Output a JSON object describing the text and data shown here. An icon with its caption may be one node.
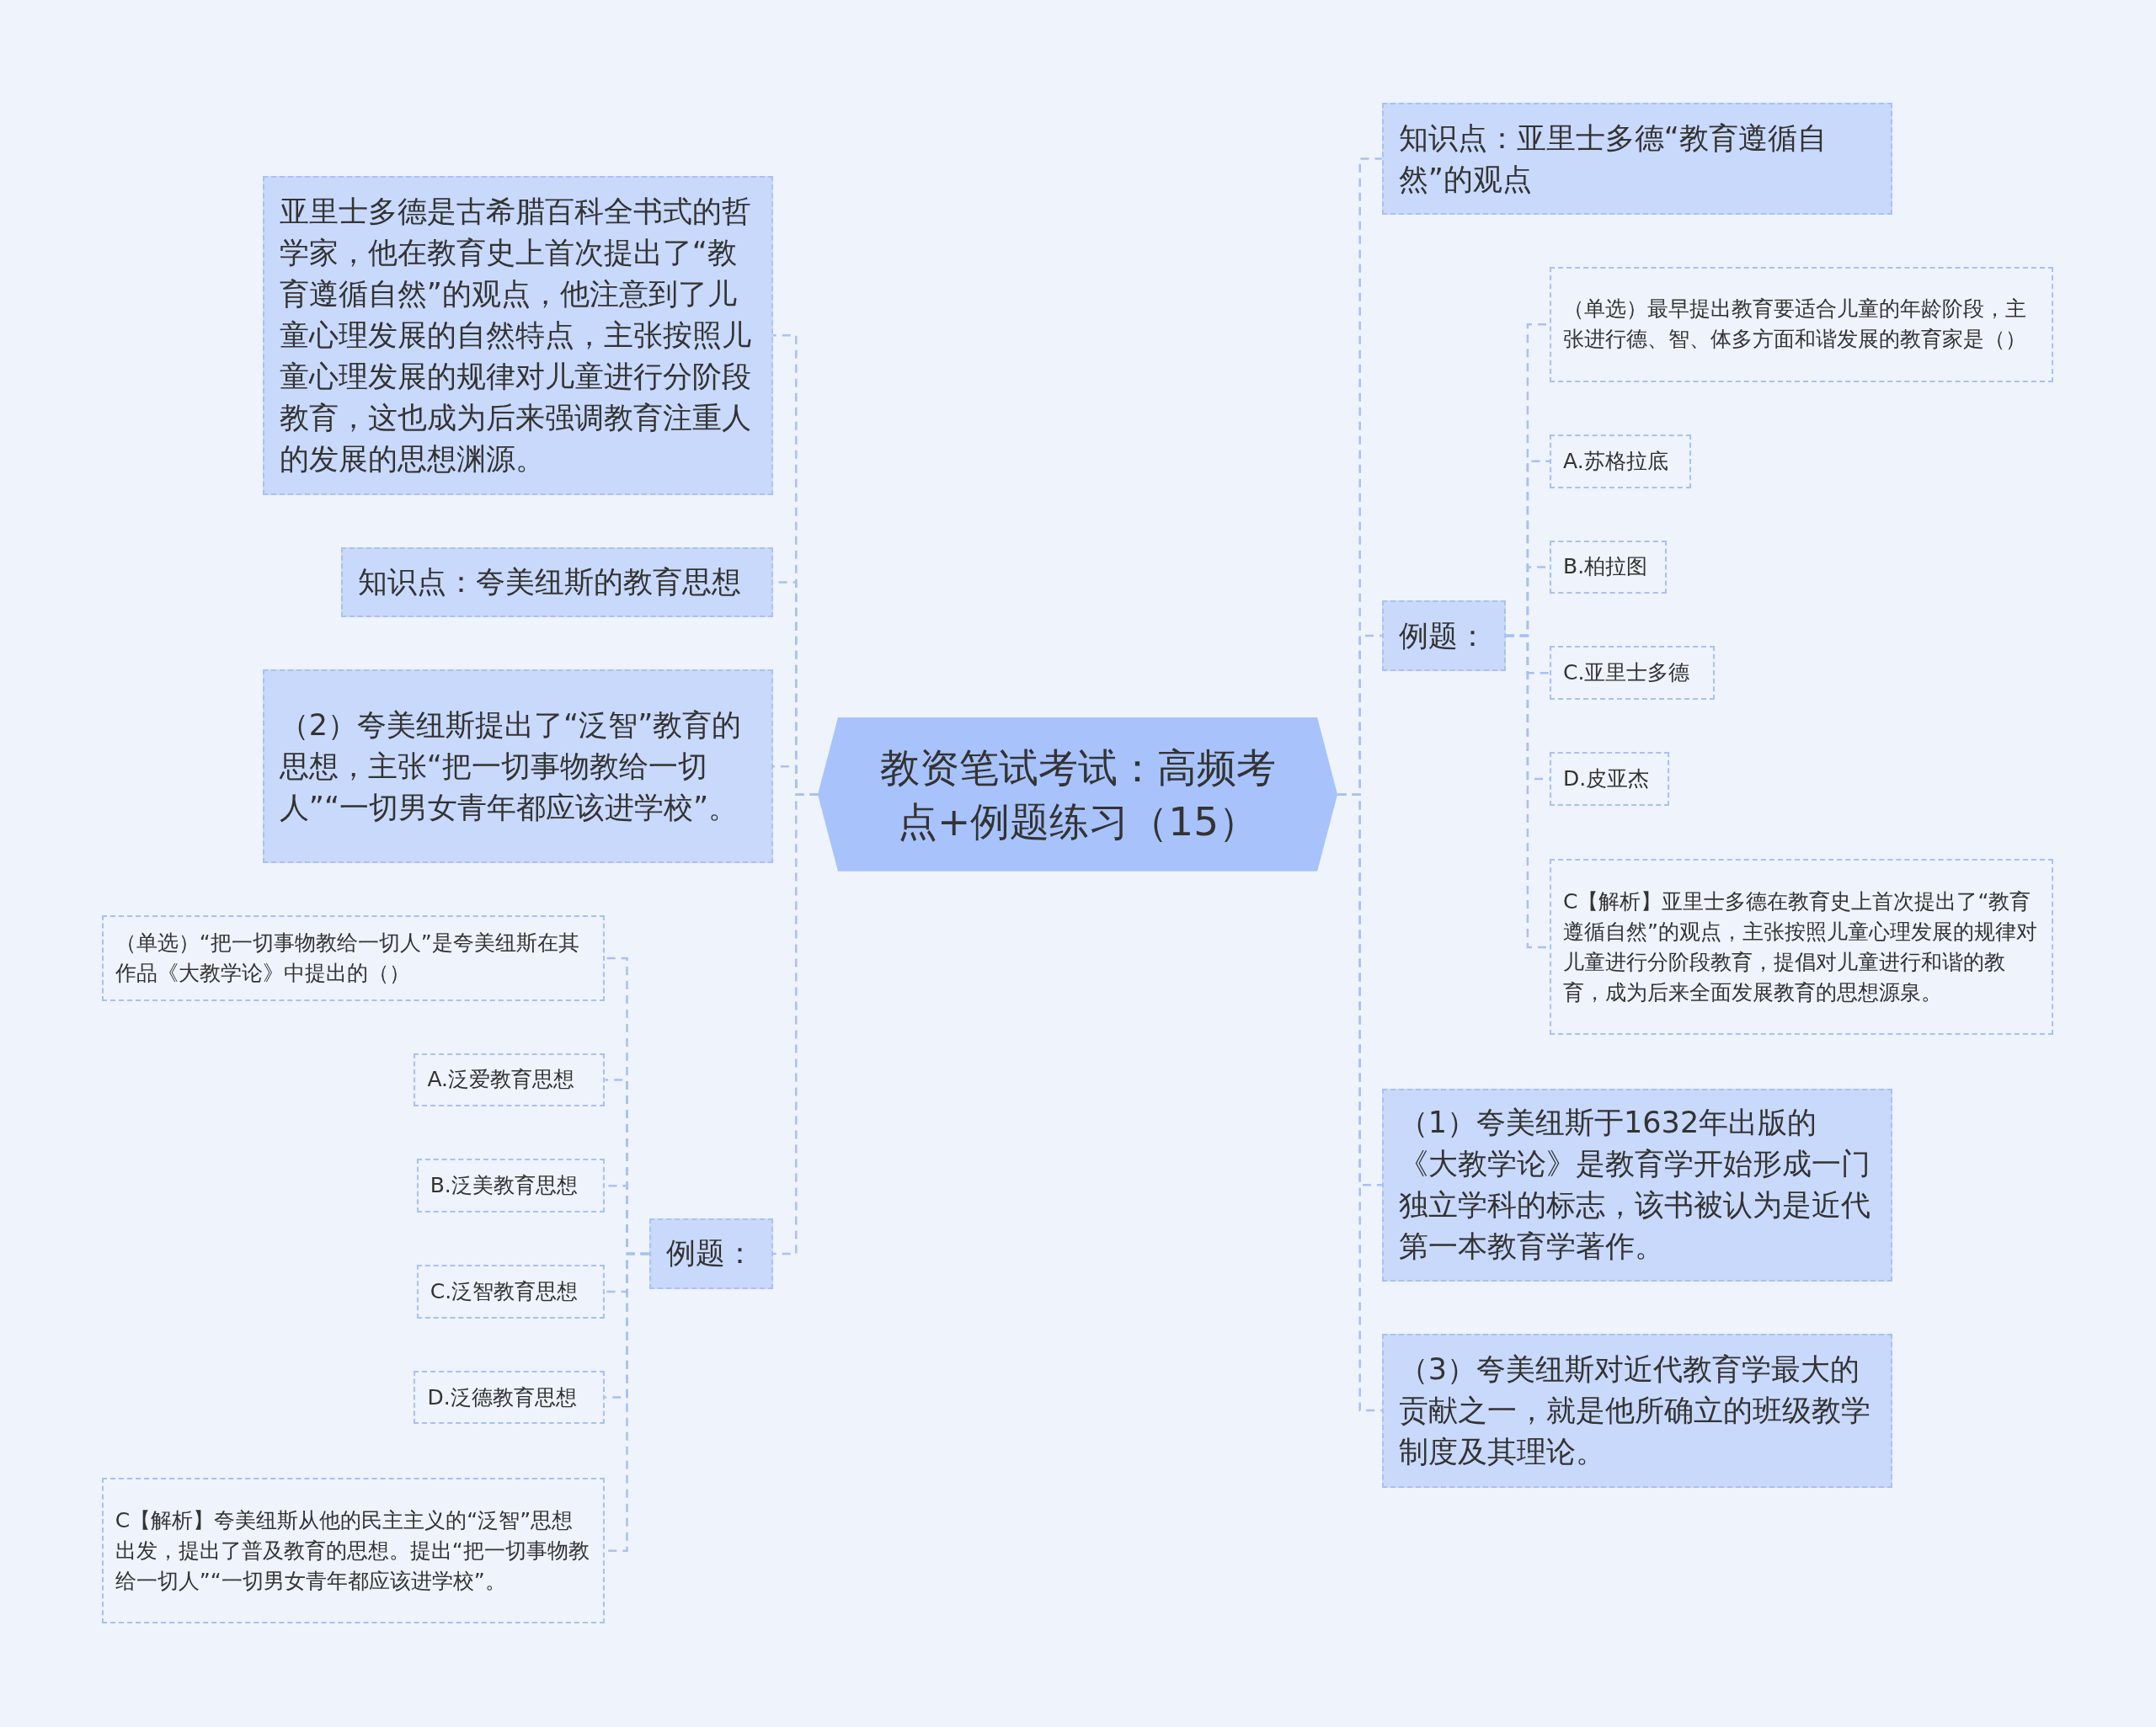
{
  "diagram": {
    "nodes": [
      {
        "text": [
          "教资笔试考试：高频考点+例题练习（15）"
        ]
      },
      {
        "text": [
          "知识点：亚里士多德“教育遵循自然”的观点"
        ]
      },
      {
        "text": [
          "例题："
        ]
      },
      {
        "text": [
          "（单选）最早提出教育要适合儿童的年龄阶段，主张进行德、智、体多方面和谐发展的教育家是（）"
        ]
      },
      {
        "text": [
          "A.苏格拉底"
        ]
      },
      {
        "text": [
          "B.柏拉图"
        ]
      },
      {
        "text": [
          "C.亚里士多德"
        ]
      },
      {
        "text": [
          "D.皮亚杰"
        ]
      },
      {
        "text": [
          "C【解析】亚里士多德在教育史上首次提出了“教育遵循自然”的观点，主张按照儿童心理发展的规律对儿童进行分阶段教育，提倡对儿童进行和谐的教育，成为后来全面发展教育的思想源泉。"
        ]
      },
      {
        "text": [
          "（1）夸美纽斯于1632年出版的《大教学论》是教育学开始形成一门独立学科的标志，该书被认为是近代第一本教育学著作。"
        ]
      },
      {
        "text": [
          "（3）夸美纽斯对近代教育学最大的贡献之一，就是他所确立的班级教学制度及其理论。"
        ]
      },
      {
        "text": [
          "亚里士多德是古希腊百科全书式的哲学家，他在教育史上首次提出了“教育遵循自然”的观点，他注意到了儿童心理发展的自然特点，主张按照儿童心理发展的规律对儿童进行分阶段教育，这也成为后来强调教育注重人的发展的思想渊源。"
        ]
      },
      {
        "text": [
          "知识点：夸美纽斯的教育思想"
        ]
      },
      {
        "text": [
          "（2）夸美纽斯提出了“泛智”教育的思想，主张“把一切事物教给一切人”“一切男女青年都应该进学校”。"
        ]
      },
      {
        "text": [
          "例题："
        ]
      },
      {
        "text": [
          "（单选）“把一切事物教给一切人”是夸美纽斯在其作品《大教学论》中提出的（）"
        ]
      },
      {
        "text": [
          "A.泛爱教育思想"
        ]
      },
      {
        "text": [
          "B.泛美教育思想"
        ]
      },
      {
        "text": [
          "C.泛智教育思想"
        ]
      },
      {
        "text": [
          "D.泛德教育思想"
        ]
      },
      {
        "text": [
          "C【解析】夸美纽斯从他的民主主义的“泛智”思想出发，提出了普及教育的思想。提出“把一切事物教给一切人”“一切男女青年都应该进学校”。"
        ]
      }
    ],
    "edges": [
      {
        "from": 0,
        "to": 1,
        "arrow": "none",
        "style": "dashed"
      },
      {
        "from": 0,
        "to": 2,
        "arrow": "none",
        "style": "dashed"
      },
      {
        "from": 2,
        "to": 3,
        "arrow": "none",
        "style": "dashed"
      },
      {
        "from": 2,
        "to": 4,
        "arrow": "none",
        "style": "dashed"
      },
      {
        "from": 2,
        "to": 5,
        "arrow": "none",
        "style": "dashed"
      },
      {
        "from": 2,
        "to": 6,
        "arrow": "none",
        "style": "dashed"
      },
      {
        "from": 2,
        "to": 7,
        "arrow": "none",
        "style": "dashed"
      },
      {
        "from": 2,
        "to": 8,
        "arrow": "none",
        "style": "dashed"
      },
      {
        "from": 0,
        "to": 9,
        "arrow": "none",
        "style": "dashed"
      },
      {
        "from": 0,
        "to": 10,
        "arrow": "none",
        "style": "dashed"
      },
      {
        "from": 0,
        "to": 11,
        "arrow": "none",
        "style": "dashed"
      },
      {
        "from": 0,
        "to": 12,
        "arrow": "none",
        "style": "dashed"
      },
      {
        "from": 0,
        "to": 13,
        "arrow": "none",
        "style": "dashed"
      },
      {
        "from": 0,
        "to": 14,
        "arrow": "none",
        "style": "dashed"
      },
      {
        "from": 14,
        "to": 15,
        "arrow": "none",
        "style": "dashed"
      },
      {
        "from": 14,
        "to": 16,
        "arrow": "none",
        "style": "dashed"
      },
      {
        "from": 14,
        "to": 17,
        "arrow": "none",
        "style": "dashed"
      },
      {
        "from": 14,
        "to": 18,
        "arrow": "none",
        "style": "dashed"
      },
      {
        "from": 14,
        "to": 19,
        "arrow": "none",
        "style": "dashed"
      },
      {
        "from": 14,
        "to": 20,
        "arrow": "none",
        "style": "dashed"
      }
    ]
  }
}
